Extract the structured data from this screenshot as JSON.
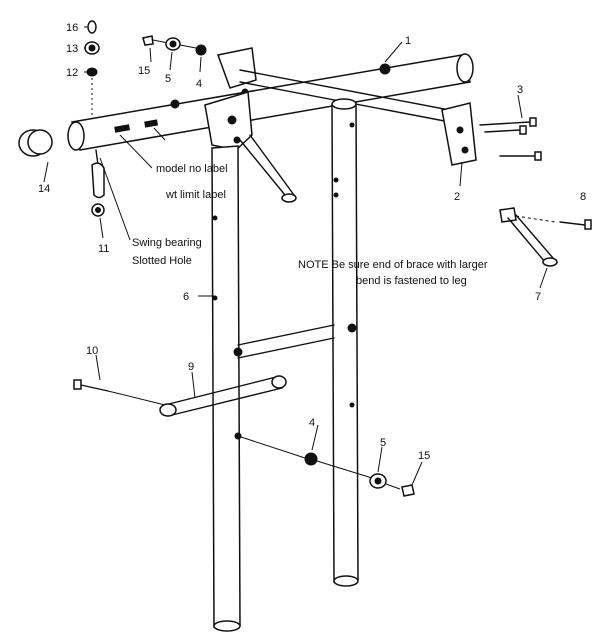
{
  "labels": {
    "model_no": "model no  label",
    "wt_limit": "wt  limit label",
    "swing_bearing": "Swing bearing",
    "slotted_hole": "Slotted Hole",
    "note_line1": "NOTE  Be sure end of brace with larger",
    "note_line2": "bend is fastened to leg"
  },
  "part_numbers": {
    "p1": "1",
    "p2": "2",
    "p3": "3",
    "p4a": "4",
    "p4b": "4",
    "p5a": "5",
    "p5b": "5",
    "p6": "6",
    "p7": "7",
    "p8": "8",
    "p9": "9",
    "p10": "10",
    "p11": "11",
    "p12": "12",
    "p13": "13",
    "p14": "14",
    "p15a": "15",
    "p15b": "15",
    "p16": "16"
  }
}
